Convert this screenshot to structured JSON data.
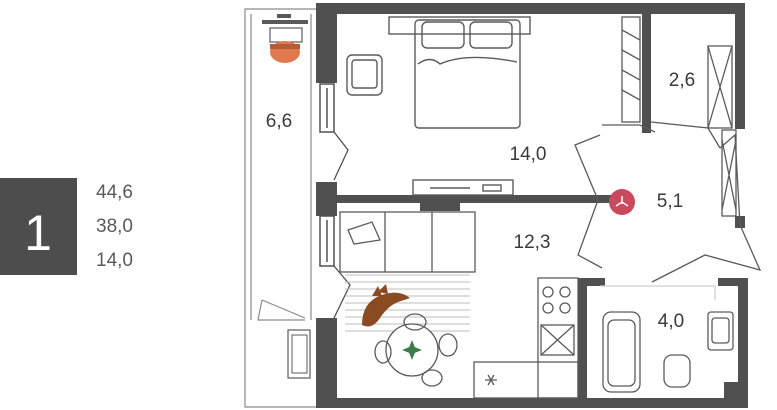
{
  "apartment": {
    "rooms_count": "1",
    "areas": [
      "44,6",
      "38,0",
      "14,0"
    ]
  },
  "rooms": [
    {
      "id": "balcony",
      "label": "6,6"
    },
    {
      "id": "wardrobe",
      "label": "2,6"
    },
    {
      "id": "bedroom",
      "label": "14,0"
    },
    {
      "id": "hall",
      "label": "5,1"
    },
    {
      "id": "kitchen",
      "label": "12,3"
    },
    {
      "id": "bathroom",
      "label": "4,0"
    }
  ],
  "colors": {
    "wall": "#505050",
    "badge": "#4d4d4d",
    "line": "#8a8a8a",
    "chair_orange": "#e07a4e",
    "heater_red": "#c94a5c",
    "cat_brown": "#8a4b23",
    "plant_green": "#3a7d4a"
  }
}
